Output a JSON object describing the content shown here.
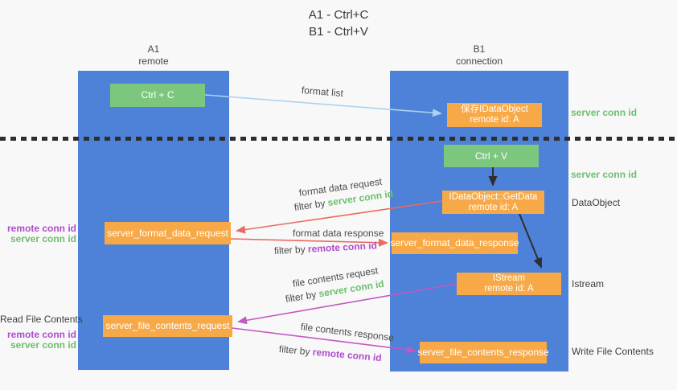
{
  "title": {
    "line1": "A1 - Ctrl+C",
    "line2": "B1 - Ctrl+V"
  },
  "lanes": {
    "left": {
      "name": "A1",
      "subtitle": "remote"
    },
    "right": {
      "name": "B1",
      "subtitle": "connection"
    }
  },
  "nodes": {
    "ctrl_c": {
      "label": "Ctrl + C"
    },
    "save_dataobject": {
      "line1": "保存IDataObject",
      "line2": "remote id: A"
    },
    "ctrl_v": {
      "label": "Ctrl + V"
    },
    "getdata": {
      "line1": "IDataObject::GetData",
      "line2": "remote id: A"
    },
    "server_format_data_request": {
      "label": "server_format_data_request"
    },
    "server_format_data_response": {
      "label": "server_format_data_response"
    },
    "istream": {
      "line1": "IStream",
      "line2": "remote id: A"
    },
    "server_file_contents_request": {
      "label": "server_file_contents_request"
    },
    "server_file_contents_response": {
      "label": "server_file_contents_response"
    }
  },
  "annotations": {
    "server_conn_id_top": "server conn id",
    "server_conn_id_mid": "server conn id",
    "dataobject_label": "DataObject",
    "istream_label": "Istream",
    "write_file_contents": "Write File Contents",
    "read_file_contents": "Read File Contents",
    "format_req_remote_conn_id": "remote conn id",
    "format_req_server_conn_id": "server conn id",
    "file_req_remote_conn_id": "remote conn id",
    "file_req_server_conn_id": "server conn id"
  },
  "arrows": {
    "format_list": {
      "label": "format list"
    },
    "format_data_request": {
      "label": "format data request",
      "filter_prefix": "filter by",
      "filter_key": "server conn id"
    },
    "format_data_response": {
      "label": "format data response",
      "filter_prefix": "filter by",
      "filter_key": "remote conn id"
    },
    "file_contents_request": {
      "label": "file contents request",
      "filter_prefix": "filter by",
      "filter_key": "server conn id"
    },
    "file_contents_response": {
      "label": "file contents response",
      "filter_prefix": "filter by",
      "filter_key": "remote conn id"
    }
  },
  "colors": {
    "column_blue": "#4d82d8",
    "box_green": "#7dc67e",
    "box_orange": "#f8a947",
    "text_green": "#6cbf6e",
    "text_purple": "#ae4ccd",
    "arrow_red": "#e96a60",
    "arrow_magenta": "#c258c2",
    "arrow_lightblue": "#a9d4f1",
    "arrow_black": "#2e2e2e",
    "bg": "#f8f8f8"
  }
}
